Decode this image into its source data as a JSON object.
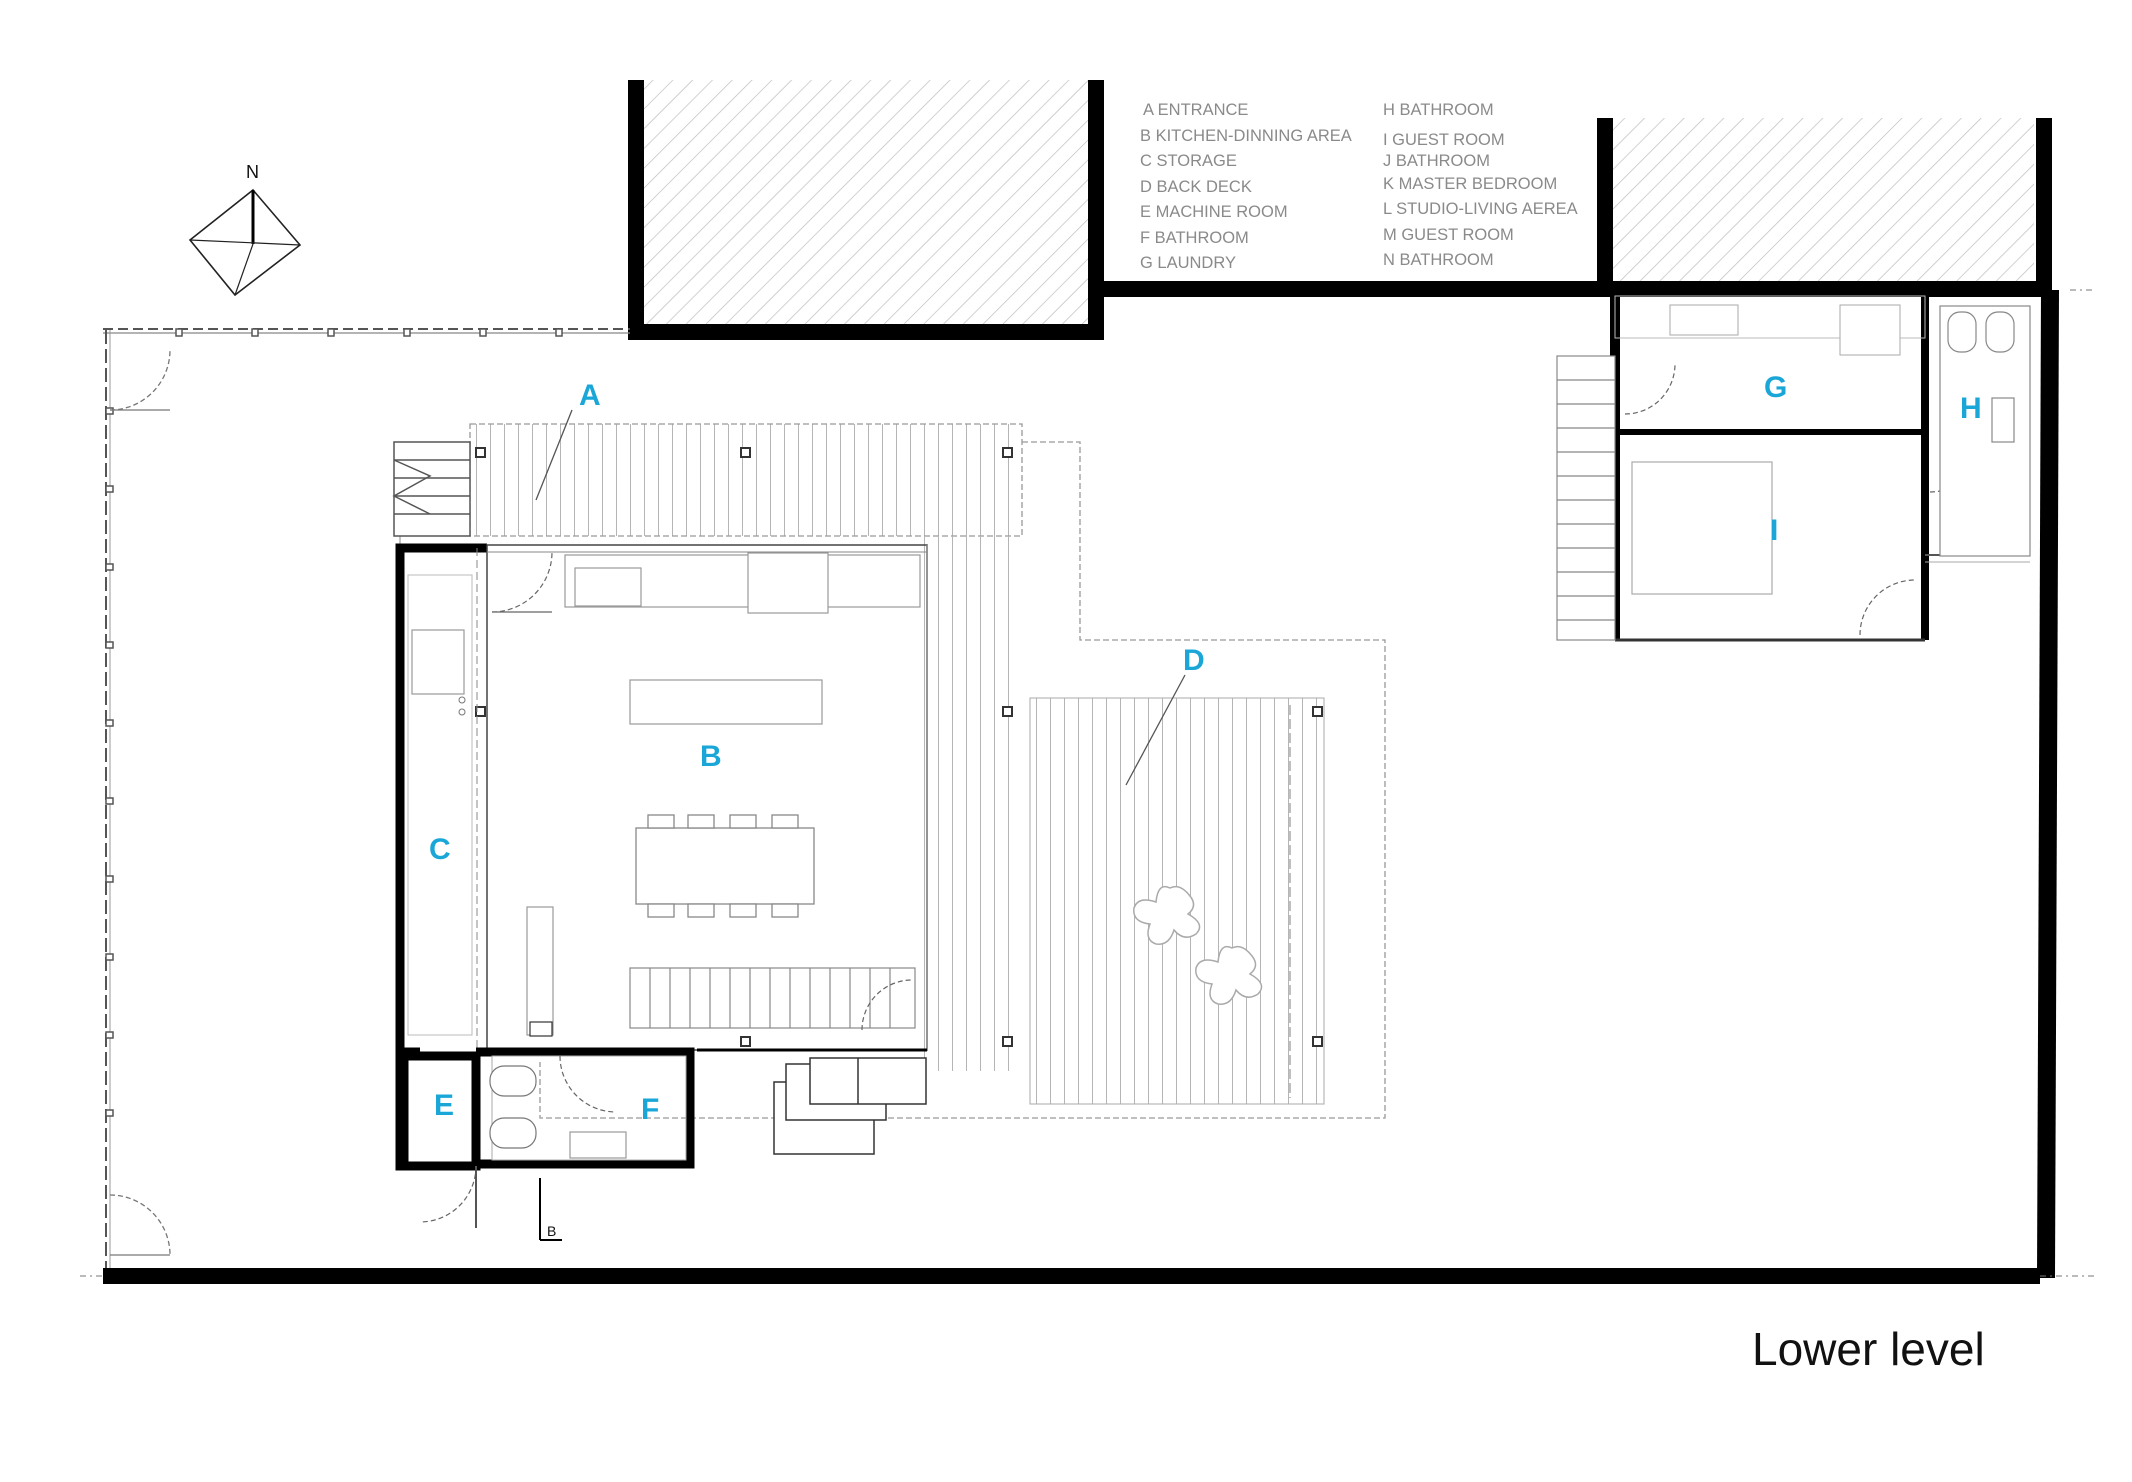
{
  "plan": {
    "title": "Lower level",
    "north_label": "N",
    "section_mark": "B",
    "accent_color": "#1aa7d8",
    "wall_color": "#000000",
    "line_color": "#9a9a9a",
    "legend": {
      "left": [
        "A ENTRANCE",
        "B KITCHEN-DINNING AREA",
        "C STORAGE",
        "D BACK DECK",
        "E MACHINE ROOM",
        "F BATHROOM",
        "G LAUNDRY"
      ],
      "right": [
        "H BATHROOM",
        "I GUEST ROOM",
        "J BATHROOM",
        "K MASTER BEDROOM",
        "L STUDIO-LIVING AEREA",
        "M GUEST ROOM",
        "N BATHROOM"
      ]
    },
    "room_labels": {
      "a": "A",
      "b": "B",
      "c": "C",
      "d": "D",
      "e": "E",
      "f": "F",
      "g": "G",
      "h": "H",
      "i": "I"
    }
  }
}
